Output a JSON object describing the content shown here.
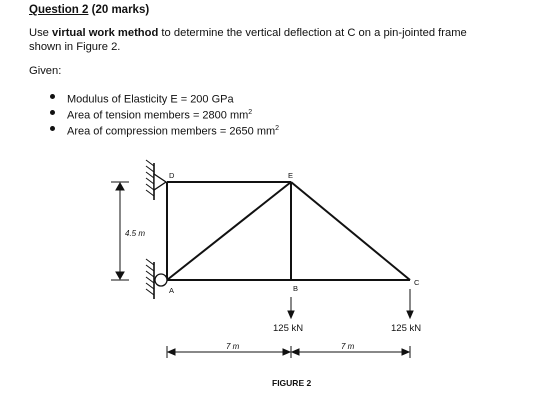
{
  "question": {
    "title_label": "Question 2",
    "title_marks": "(20 marks)",
    "intro_pre": "Use ",
    "intro_bold": "virtual work method",
    "intro_post": " to determine the vertical deflection at C on a pin-jointed frame",
    "intro_line2": "shown in Figure 2."
  },
  "given": {
    "heading": "Given:",
    "items": [
      {
        "text": "Modulus of Elasticity E = 200 GPa",
        "sup": ""
      },
      {
        "text": "Area of tension members = 2800 mm",
        "sup": "2"
      },
      {
        "text": "Area of compression members = 2650 mm",
        "sup": "2"
      }
    ]
  },
  "figure": {
    "nodes": {
      "A": "A",
      "B": "B",
      "C": "C",
      "D": "D",
      "E": "E"
    },
    "height_dim": "4.5 m",
    "span_left": "7 m",
    "span_right": "7 m",
    "load_b": "125 kN",
    "load_c": "125 kN",
    "caption": "FIGURE 2"
  }
}
